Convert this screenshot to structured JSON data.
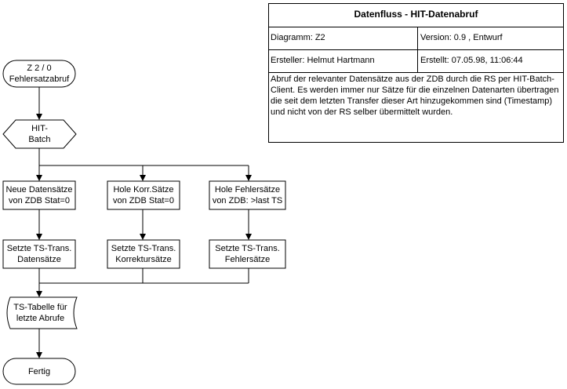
{
  "info": {
    "title": "Datenfluss - HIT-Datenabruf",
    "diagram_label": "Diagramm: Z2",
    "version_label": "Version: 0.9 , Entwurf",
    "author_label": "Ersteller: Helmut Hartmann",
    "created_label": "Erstellt:  07.05.98, 11:06:44",
    "description": "Abruf der relevanter Datensätze aus der ZDB durch die RS per HIT-Batch-Client. Es werden immer nur Sätze für die einzelnen Datenarten übertragen die seit dem letzten Transfer dieser Art hinzugekommen sind (Timestamp) und nicht von der RS selber übermittelt wurden."
  },
  "flow": {
    "start": {
      "line1": "Z 2 / 0",
      "line2": "Fehlersatzabruf"
    },
    "batch": {
      "line1": "HIT-",
      "line2": "Batch"
    },
    "fetch_new": {
      "line1": "Neue Datensätze",
      "line2": "von ZDB Stat=0"
    },
    "fetch_corr": {
      "line1": "Hole Korr.Sätze",
      "line2": "von ZDB Stat=0"
    },
    "fetch_err": {
      "line1": "Hole Fehlersätze",
      "line2": "von ZDB: >last TS"
    },
    "ts_data": {
      "line1": "Setzte TS-Trans.",
      "line2": "Datensätze"
    },
    "ts_corr": {
      "line1": "Setzte TS-Trans.",
      "line2": "Korrektursätze"
    },
    "ts_err": {
      "line1": "Setzte TS-Trans.",
      "line2": "Fehlersätze"
    },
    "ts_table": {
      "line1": "TS-Tabelle für",
      "line2": "letzte Abrufe"
    },
    "end": {
      "label": "Fertig"
    }
  }
}
